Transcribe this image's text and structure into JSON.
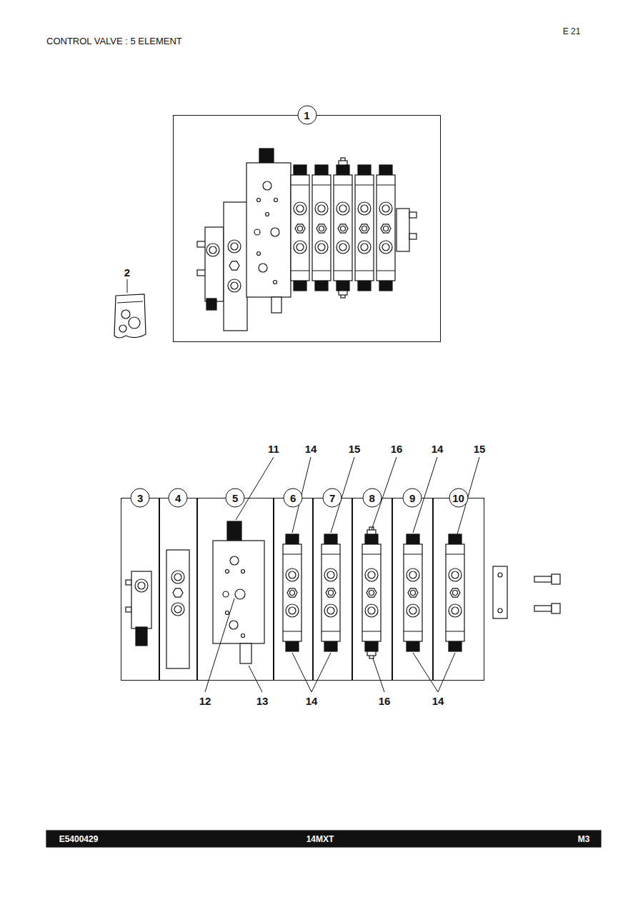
{
  "diagram": {
    "title": "CONTROL VALVE : 5 ELEMENT",
    "nodes": [
      {
        "text": [
          "1"
        ]
      },
      {
        "text": [
          "3"
        ]
      },
      {
        "text": [
          "4"
        ]
      },
      {
        "text": [
          "5"
        ]
      },
      {
        "text": [
          "6"
        ]
      },
      {
        "text": [
          "7"
        ]
      },
      {
        "text": [
          "8"
        ]
      },
      {
        "text": [
          "9"
        ]
      },
      {
        "text": [
          "10"
        ]
      }
    ],
    "labels": [
      "E 21",
      "2",
      "11",
      "14",
      "15",
      "16",
      "14",
      "15",
      "12",
      "13",
      "14",
      "16",
      "14",
      "E5400429",
      "14MXT",
      "M3"
    ]
  }
}
